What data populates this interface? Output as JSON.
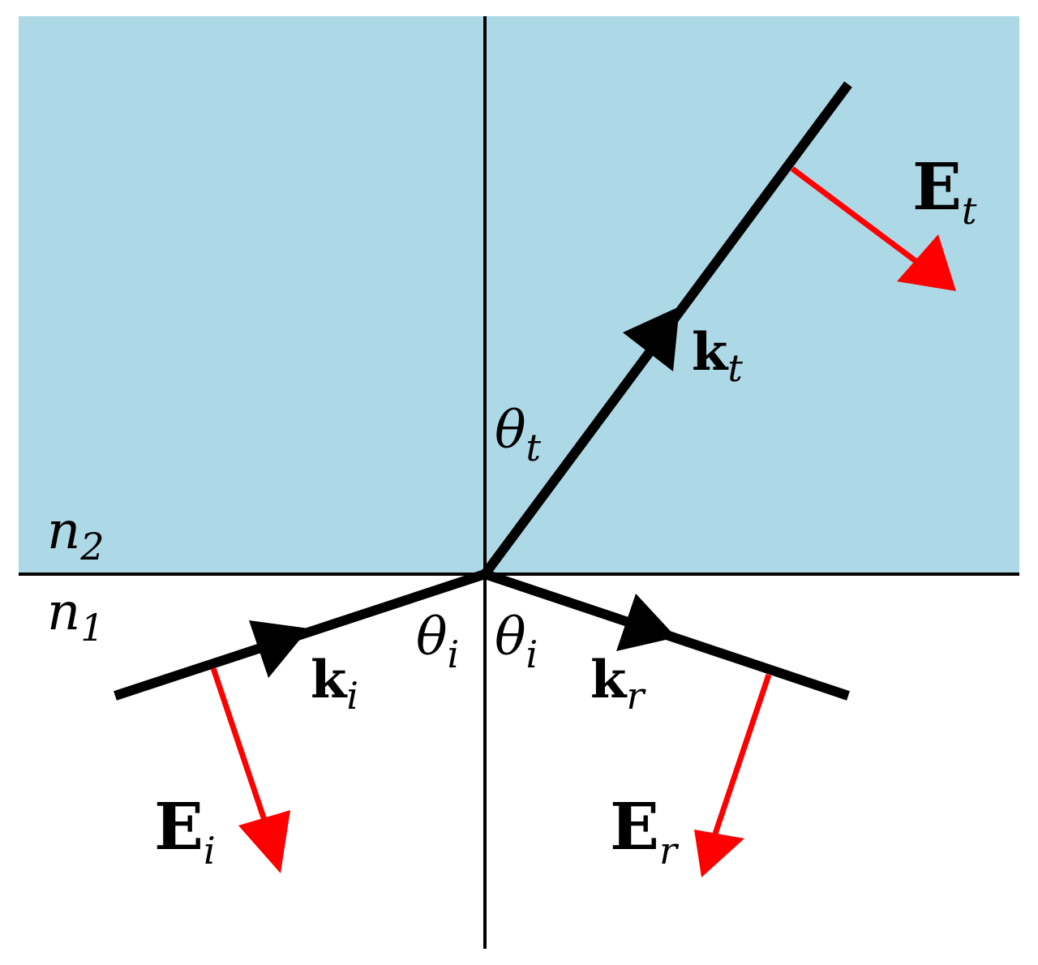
{
  "colors": {
    "medium2_fill": "#add8e6",
    "ray": "#000000",
    "field_vector": "#ff0000",
    "background": "#ffffff"
  },
  "media": {
    "upper_index": {
      "base": "n",
      "sub": "2"
    },
    "lower_index": {
      "base": "n",
      "sub": "1"
    }
  },
  "rays": {
    "incident": {
      "base": "k",
      "sub": "i"
    },
    "reflected": {
      "base": "k",
      "sub": "r"
    },
    "transmitted": {
      "base": "k",
      "sub": "t"
    }
  },
  "fields": {
    "incident": {
      "base": "E",
      "sub": "i"
    },
    "reflected": {
      "base": "E",
      "sub": "r"
    },
    "transmitted": {
      "base": "E",
      "sub": "t"
    }
  },
  "angles": {
    "incidence": {
      "base": "θ",
      "sub": "i"
    },
    "reflection": {
      "base": "θ",
      "sub": "i"
    },
    "transmission": {
      "base": "θ",
      "sub": "t"
    }
  }
}
